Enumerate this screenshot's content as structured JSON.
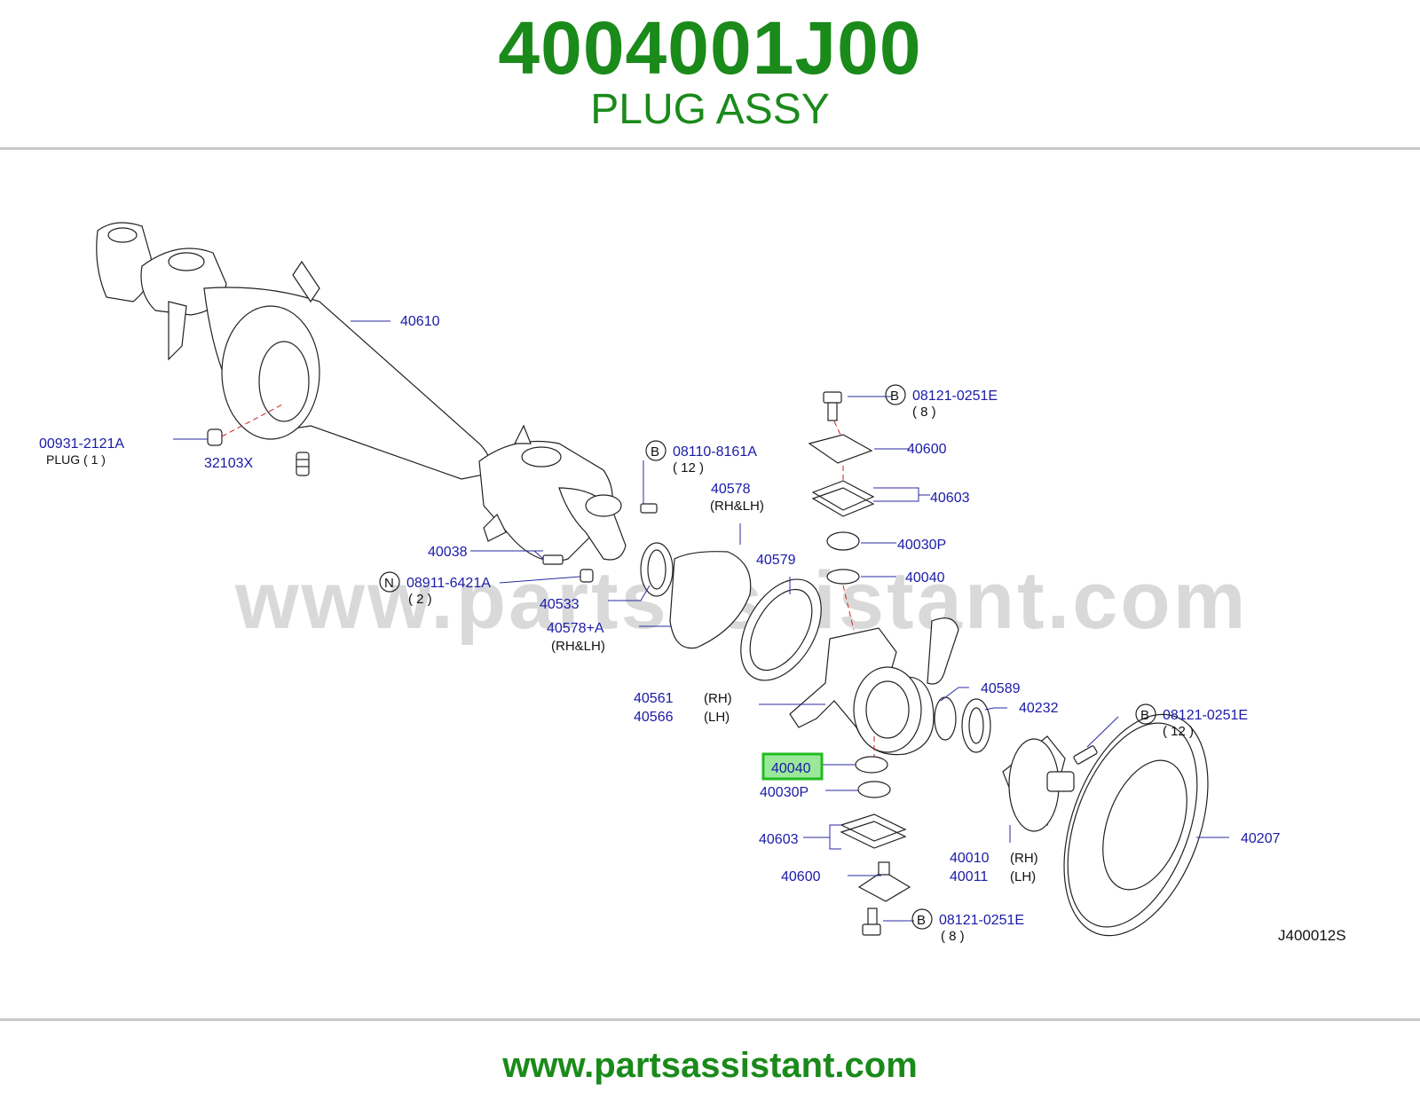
{
  "header": {
    "part_number": "4004001J00",
    "part_name": "PLUG ASSY"
  },
  "diagram": {
    "watermark": "www.partsassistant.com",
    "drawing_code": "J400012S",
    "labels": {
      "l40610": "40610",
      "l00931": "00931-2121A",
      "plug": "PLUG ( 1 )",
      "l32103x": "32103X",
      "l08110": "08110-8161A",
      "q12a": "( 12 )",
      "l40578": "40578",
      "rhlh1": "(RH&LH)",
      "l40038": "40038",
      "l08911": "08911-6421A",
      "q2": "( 2 )",
      "l40533": "40533",
      "l40578a": "40578+A",
      "rhlh2": "(RH&LH)",
      "l40579": "40579",
      "l08121_top": "08121-0251E",
      "q8_top": "( 8 )",
      "l40600_top": "40600",
      "l40603_top": "40603",
      "l40030p_top": "40030P",
      "l40040_top": "40040",
      "l40561": "40561",
      "rh1": "(RH)",
      "l40566": "40566",
      "lh1": "(LH)",
      "l40589": "40589",
      "l40232": "40232",
      "l08121_mid": "08121-0251E",
      "q12b": "( 12 )",
      "l40040_sel": "40040",
      "l40030p_bot": "40030P",
      "l40603_bot": "40603",
      "l40600_bot": "40600",
      "l40010": "40010",
      "rh2": "(RH)",
      "l40011": "40011",
      "lh2": "(LH)",
      "l40207": "40207",
      "l08121_bot": "08121-0251E",
      "q8_bot": "( 8 )",
      "circle_b": "B",
      "circle_n": "N"
    },
    "colors": {
      "label": "#1a1aa8",
      "brand": "#1a8a1a",
      "highlight_fill": "#9be89b",
      "highlight_border": "#22bb22"
    }
  },
  "footer": {
    "url": "www.partsassistant.com"
  }
}
